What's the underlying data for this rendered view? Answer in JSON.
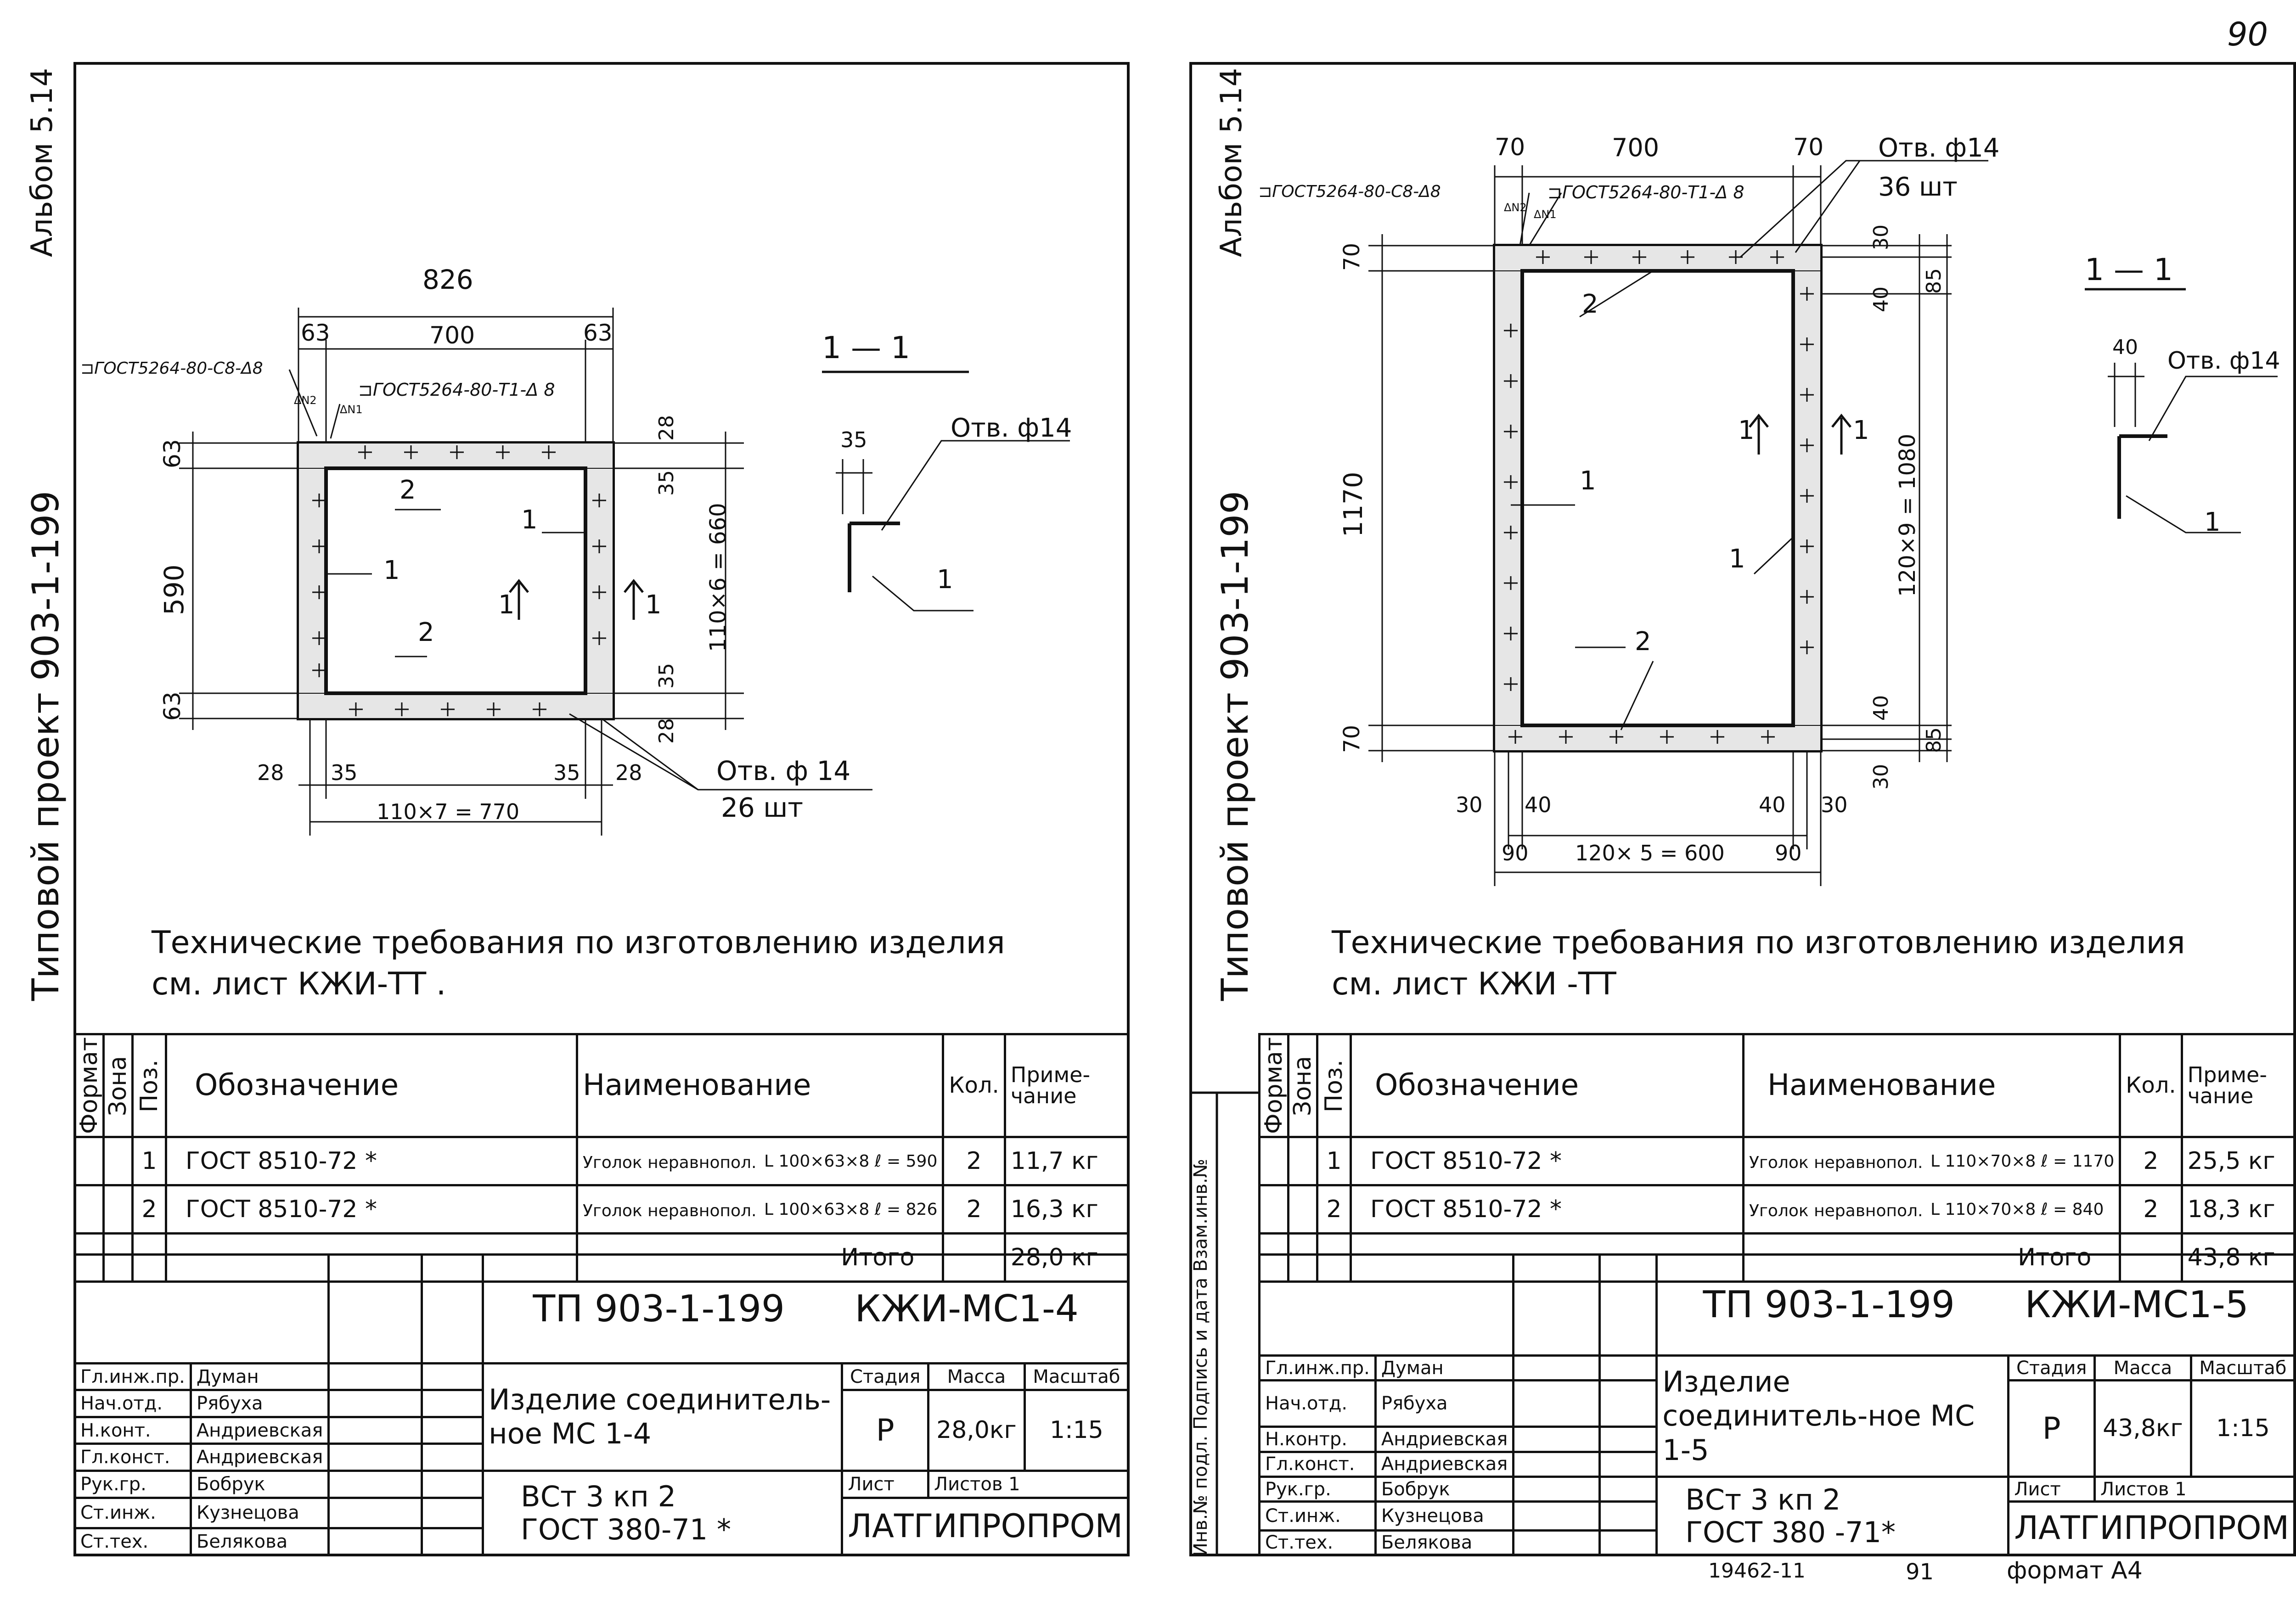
{
  "page_number": "90",
  "footer": {
    "doc_no": "19462-11",
    "page_no": "91",
    "format": "формат А4"
  },
  "left_sheet": {
    "margin_album": "Альбом 5.14",
    "margin_project": "Типовой проект 903-1-199",
    "drawing": {
      "overall_width": "826",
      "dim_63_left": "63",
      "dim_700": "700",
      "dim_63_right": "63",
      "weld_note_1": "⊐ГОСТ5264-80-С8-Δ8",
      "weld_note_2": "⊐ГОСТ5264-80-Т1-Δ 8",
      "weld_sym_a": "ΔN1",
      "weld_sym_b": "ΔN2",
      "left_63_top": "63",
      "left_590": "590",
      "left_63_bottom": "63",
      "right_28_top": "28",
      "right_35_top": "35",
      "right_pitch": "110×6 = 660",
      "right_35_bottom": "35",
      "right_28_bottom": "28",
      "pos_1a": "1",
      "pos_1b": "1",
      "pos_2a": "2",
      "pos_2b": "2",
      "section_mark_left": "1",
      "section_mark_right": "1",
      "bottom_28_left": "28",
      "bottom_35_left": "35",
      "bottom_35_right": "35",
      "bottom_28_right": "28",
      "bottom_pitch": "110×7 = 770",
      "holes_label": "Отв. ф 14",
      "holes_count": "26 шт"
    },
    "section": {
      "title": "1 — 1",
      "dim_35": "35",
      "holes_label": "Отв. ф14",
      "pos": "1"
    },
    "requirements_line1": "Технические требования по изготовлению изделия",
    "requirements_line2": "см. лист КЖИ-ТТ .",
    "spec": {
      "headers": {
        "format": "Формат",
        "zone": "Зона",
        "pos": "Поз.",
        "designation": "Обозначение",
        "name": "Наименование",
        "qty": "Кол.",
        "note": "Приме-чание"
      },
      "rows": [
        {
          "pos": "1",
          "designation": "ГОСТ  8510-72 *",
          "name": "Уголок неравнопол.",
          "dim": "L 100×63×8  ℓ = 590",
          "qty": "2",
          "note": "11,7 кг"
        },
        {
          "pos": "2",
          "designation": "ГОСТ  8510-72 *",
          "name": "Уголок неравнопол.",
          "dim": "L 100×63×8  ℓ = 826",
          "qty": "2",
          "note": "16,3 кг"
        }
      ],
      "total_label": "Итого",
      "total_value": "28,0 кг"
    },
    "stamp": {
      "doc_code": "ТП  903-1-199",
      "sheet_code": "КЖИ-МС1-4",
      "title": "Изделие соединитель-ное МС 1-4",
      "stage_label": "Стадия",
      "mass_label": "Масса",
      "scale_label": "Масштаб",
      "stage": "Р",
      "mass": "28,0кг",
      "scale": "1:15",
      "sheet_label": "Лист",
      "sheets_label": "Листов 1",
      "material_1": "ВСт 3 кп 2",
      "material_2": "ГОСТ 380-71 *",
      "org": "ЛАТГИПРОПРОМ",
      "people": [
        {
          "role": "Гл.инж.пр.",
          "name": "Думан"
        },
        {
          "role": "Нач.отд.",
          "name": "Рябуха"
        },
        {
          "role": "Н.конт.",
          "name": "Андриевская"
        },
        {
          "role": "Гл.конст.",
          "name": "Андриевская"
        },
        {
          "role": "Рук.гр.",
          "name": "Бобрук"
        },
        {
          "role": "Ст.инж.",
          "name": "Кузнецова"
        },
        {
          "role": "Ст.тех.",
          "name": "Белякова"
        }
      ]
    }
  },
  "right_sheet": {
    "margin_album": "Альбом 5.14",
    "margin_project": "Типовой проект 903-1-199",
    "margin_inv": "Инв.№ подл.  Подпись и дата  Взам.инв.№",
    "drawing": {
      "dim_70_left": "70",
      "dim_700": "700",
      "dim_70_right": "70",
      "weld_note_1": "⊐ГОСТ5264-80-С8-Δ8",
      "weld_note_2": "⊐ГОСТ5264-80-Т1-Δ 8",
      "weld_sym_a": "ΔN1",
      "weld_sym_b": "ΔN2",
      "holes_label": "Отв. ф14",
      "holes_count": "36 шт",
      "left_70_top": "70",
      "left_1170": "1170",
      "left_70_bottom": "70",
      "right_30_top": "30",
      "right_85_top": "85",
      "right_40_top": "40",
      "right_pitch": "120×9 = 1080",
      "right_40_bottom": "40",
      "right_85_bottom": "85",
      "right_30_bottom": "30",
      "pos_1a": "1",
      "pos_1b": "1",
      "pos_2a": "2",
      "pos_2b": "2",
      "section_mark_left": "1",
      "section_mark_right": "1",
      "bottom_30_left": "30",
      "bottom_40_left": "40",
      "bottom_40_right": "40",
      "bottom_30_right": "30",
      "bottom_90_left": "90",
      "bottom_pitch": "120× 5 = 600",
      "bottom_90_right": "90"
    },
    "section": {
      "title": "1 — 1",
      "dim_40": "40",
      "holes_label": "Отв. ф14",
      "pos": "1"
    },
    "requirements_line1": "Технические  требования  по изготовлению  изделия",
    "requirements_line2": "см.  лист  КЖИ -ТТ",
    "spec": {
      "headers": {
        "format": "Формат",
        "zone": "Зона",
        "pos": "Поз.",
        "designation": "Обозначение",
        "name": "Наименование",
        "qty": "Кол.",
        "note": "Приме-чание"
      },
      "rows": [
        {
          "pos": "1",
          "designation": "ГОСТ  8510-72 *",
          "name": "Уголок неравнопол.",
          "dim": "L 110×70×8  ℓ = 1170",
          "qty": "2",
          "note": "25,5 кг"
        },
        {
          "pos": "2",
          "designation": "ГОСТ  8510-72 *",
          "name": "Уголок неравнопол.",
          "dim": "L 110×70×8  ℓ = 840",
          "qty": "2",
          "note": "18,3 кг"
        }
      ],
      "total_label": "Итого",
      "total_value": "43,8 кг"
    },
    "stamp": {
      "doc_code": "ТП  903-1-199",
      "sheet_code": "КЖИ-МС1-5",
      "title": "Изделие соединитель-ное МС 1-5",
      "stage_label": "Стадия",
      "mass_label": "Масса",
      "scale_label": "Масштаб",
      "stage": "Р",
      "mass": "43,8кг",
      "scale": "1:15",
      "sheet_label": "Лист",
      "sheets_label": "Листов 1",
      "material_1": "ВСт 3 кп 2",
      "material_2": "ГОСТ 380 -71*",
      "org": "ЛАТГИПРОПРОМ",
      "people": [
        {
          "role": "Гл.инж.пр.",
          "name": "Думан"
        },
        {
          "role": "Нач.отд.",
          "name": "Рябуха"
        },
        {
          "role": "Н.контр.",
          "name": "Андриевская"
        },
        {
          "role": "Гл.конст.",
          "name": "Андриевская"
        },
        {
          "role": "Рук.гр.",
          "name": "Бобрук"
        },
        {
          "role": "Ст.инж.",
          "name": "Кузнецова"
        },
        {
          "role": "Ст.тех.",
          "name": "Белякова"
        }
      ]
    }
  }
}
